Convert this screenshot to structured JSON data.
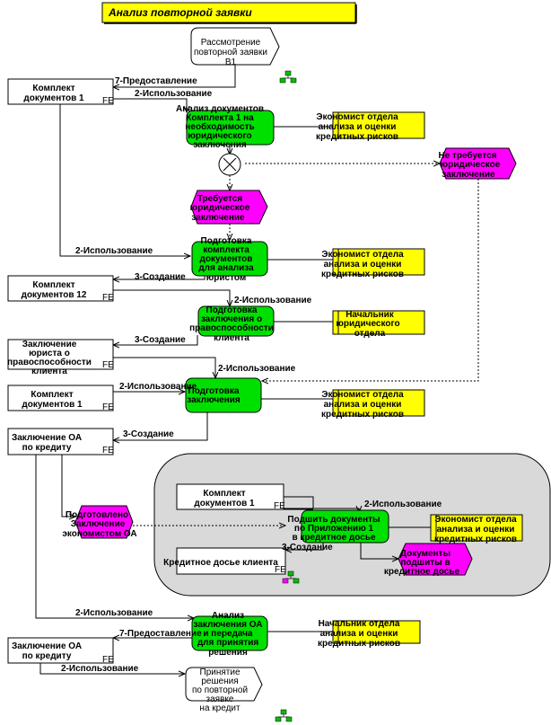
{
  "title": "Анализ повторной заявки",
  "colors": {
    "yellow": "#ffff00",
    "green": "#00e000",
    "magenta": "#ff00ff",
    "gray": "#d9d9d9",
    "white": "#ffffff"
  },
  "process_interface_top": [
    "Рассмотрение",
    "повторной заявки",
    "B1"
  ],
  "process_interface_bottom": [
    "Принятие",
    "решения",
    "по повторной",
    "заявке",
    "на кредит"
  ],
  "documents": {
    "d1": [
      "Комплект",
      "документов 1"
    ],
    "d2": [
      "Комплект",
      "документов 12"
    ],
    "d3": [
      "Заключение",
      "юриста о",
      "правоспособности",
      "клиента"
    ],
    "d4": [
      "Комплект",
      "документов 1"
    ],
    "d5": [
      "Заключение ОА",
      "по кредиту"
    ],
    "d6": [
      "Комплект",
      "документов 1"
    ],
    "d7": [
      "Кредитное досье клиента"
    ],
    "d8": [
      "Заключение ОА",
      "по кредиту"
    ]
  },
  "functions": {
    "f1": [
      "Анализ документов",
      "Комплекта 1 на",
      "необходимость",
      "юридического",
      "заключения"
    ],
    "f2": [
      "Подготовка",
      "комплекта",
      "документов",
      "для анализа",
      "юристом"
    ],
    "f3": [
      "Подготовка",
      "заключения о",
      "правоспособности",
      "клиента"
    ],
    "f4": [
      "Подготовка",
      "заключения"
    ],
    "f5": [
      "Подшить документы",
      "по Приложению 1",
      "в кредитное досье"
    ],
    "f6": [
      "Анализ",
      "заключения ОА",
      "и передача",
      "для принятия",
      "решения"
    ]
  },
  "roles": {
    "r1": [
      "Экономист отдела",
      "анализа и оценки",
      "кредитных рисков"
    ],
    "r2": [
      "Экономист отдела",
      "анализа и оценки",
      "кредитных рисков"
    ],
    "r3": [
      "Начальник",
      "юридического",
      "отдела"
    ],
    "r4": [
      "Экономист отдела",
      "анализа и оценки",
      "кредитных рисков"
    ],
    "r5": [
      "Экономист отдела",
      "анализа и оценки",
      "кредитных рисков"
    ],
    "r6": [
      "Начальник отдела",
      "анализа и оценки",
      "кредитных рисков"
    ]
  },
  "events": {
    "e1": [
      "Требуется",
      "юридическое",
      "заключение"
    ],
    "e2": [
      "Не требуется",
      "юридическое",
      "заключение"
    ],
    "e3": [
      "Подготовлено",
      "Заключение",
      "экономистом ОА"
    ],
    "e4": [
      "Документы",
      "подшиты в",
      "кредитное досье"
    ]
  },
  "edge_labels": {
    "l1": "7-Предоставление",
    "l2": "2-Использование",
    "l3": "2-Использование",
    "l4": "3-Создание",
    "l5": "2-Использование",
    "l6": "3-Создание",
    "l7": "2-Использование",
    "l8": "2-Использование",
    "l9": "3-Создание",
    "l10": "2-Использование",
    "l11": "3-Создание",
    "l12": "2-Использование",
    "l13": "7-Предоставление",
    "l14": "2-Использование"
  },
  "doc_marker": "FE"
}
